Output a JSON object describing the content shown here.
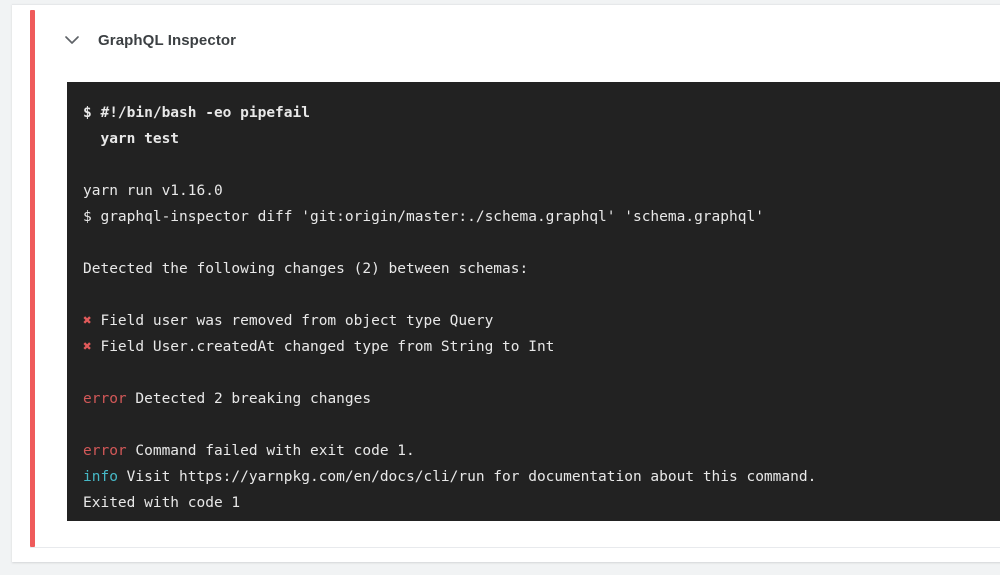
{
  "step": {
    "title": "GraphQL Inspector",
    "collapse_icon": "chevron-down-icon",
    "status_color": "#ef5b5b"
  },
  "console": {
    "background": "#222222",
    "text_color": "#e8e8e8",
    "error_color": "#d25858",
    "info_color": "#46b8c6",
    "cross_color": "#e05a5a",
    "lines": [
      {
        "type": "command",
        "segments": [
          {
            "text": "$ #!/bin/bash -eo pipefail",
            "style": "default"
          }
        ]
      },
      {
        "type": "command",
        "segments": [
          {
            "text": "  yarn test",
            "style": "default"
          }
        ]
      },
      {
        "type": "blank",
        "segments": []
      },
      {
        "type": "output",
        "segments": [
          {
            "text": "yarn run v1.16.0",
            "style": "default"
          }
        ]
      },
      {
        "type": "output",
        "segments": [
          {
            "text": "$ graphql-inspector diff 'git:origin/master:./schema.graphql' 'schema.graphql'",
            "style": "default"
          }
        ]
      },
      {
        "type": "blank",
        "segments": []
      },
      {
        "type": "output",
        "segments": [
          {
            "text": "Detected the following changes (2) between schemas:",
            "style": "default"
          }
        ]
      },
      {
        "type": "blank",
        "segments": []
      },
      {
        "type": "output",
        "segments": [
          {
            "text": "✖",
            "style": "cross"
          },
          {
            "text": " Field user was removed from object type Query",
            "style": "default"
          }
        ]
      },
      {
        "type": "output",
        "segments": [
          {
            "text": "✖",
            "style": "cross"
          },
          {
            "text": " Field User.createdAt changed type from String to Int",
            "style": "default"
          }
        ]
      },
      {
        "type": "blank",
        "segments": []
      },
      {
        "type": "output",
        "segments": [
          {
            "text": "error",
            "style": "error"
          },
          {
            "text": " Detected 2 breaking changes",
            "style": "default"
          }
        ]
      },
      {
        "type": "blank",
        "segments": []
      },
      {
        "type": "output",
        "segments": [
          {
            "text": "error",
            "style": "error"
          },
          {
            "text": " Command failed with exit code 1.",
            "style": "default"
          }
        ]
      },
      {
        "type": "output",
        "segments": [
          {
            "text": "info",
            "style": "info"
          },
          {
            "text": " Visit https://yarnpkg.com/en/docs/cli/run for documentation about this command.",
            "style": "default"
          }
        ]
      },
      {
        "type": "output",
        "segments": [
          {
            "text": "Exited with code 1",
            "style": "default"
          }
        ]
      }
    ]
  }
}
